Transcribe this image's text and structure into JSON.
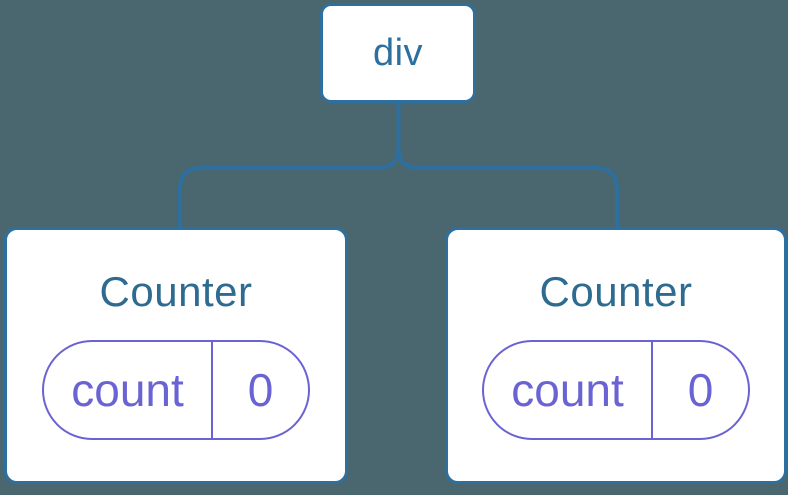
{
  "diagram": {
    "description": "Component tree diagram: a div root node with two Counter child components, each holding state count = 0",
    "colors": {
      "background": "#4a6770",
      "node_fill": "#ffffff",
      "node_border_blue": "#2d6f9e",
      "connector_blue": "#2d6f9e",
      "title_blue": "#2e6b90",
      "state_purple": "#6a63d4"
    },
    "root": {
      "label": "div"
    },
    "children": [
      {
        "title": "Counter",
        "state_key": "count",
        "state_value": "0"
      },
      {
        "title": "Counter",
        "state_key": "count",
        "state_value": "0"
      }
    ]
  }
}
